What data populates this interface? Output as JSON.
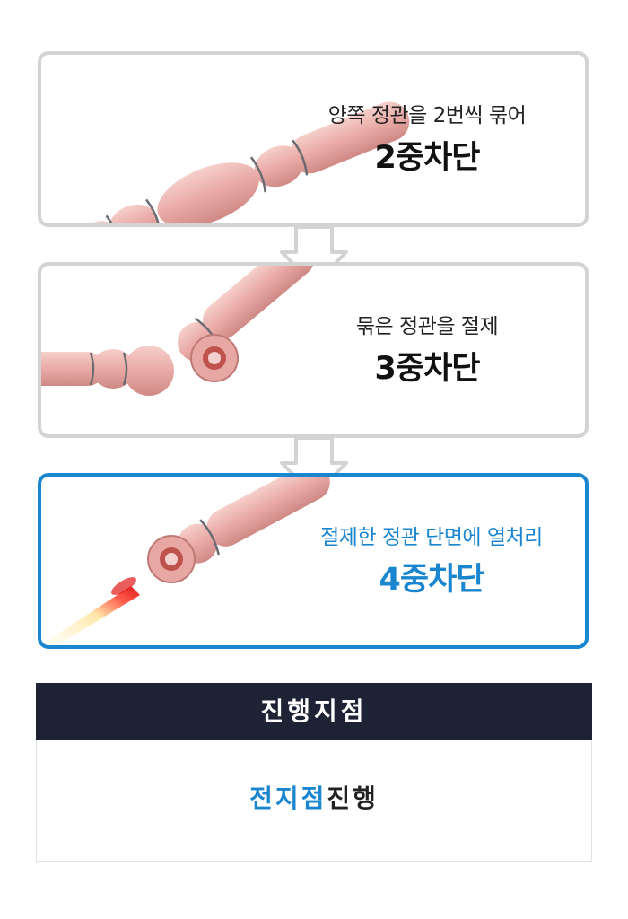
{
  "steps": [
    {
      "desc": "양쪽 정관을 2번씩 묶어",
      "title": "2중차단"
    },
    {
      "desc": "묶은 정관을 절제",
      "title": "3중차단"
    },
    {
      "desc": "절제한 정관 단면에 열처리",
      "title": "4중차단"
    }
  ],
  "colors": {
    "accent": "#1a86cf",
    "border": "#d3d3d3",
    "panel_header": "#1e2235"
  },
  "point": {
    "header": "진행지점",
    "body_highlight": "전지점",
    "body_rest": "진행"
  }
}
